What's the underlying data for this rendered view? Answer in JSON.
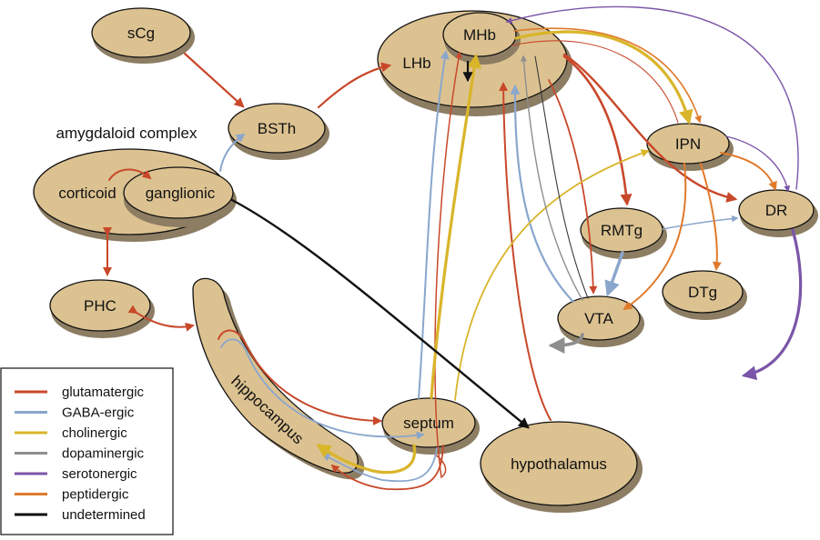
{
  "diagram": {
    "regions": {
      "sCg": "sCg",
      "BSTh": "BSTh",
      "amygdaloid_complex": "amygdaloid complex",
      "corticoid": "corticoid",
      "ganglionic": "ganglionic",
      "PHC": "PHC",
      "hippocampus": "hippocampus",
      "septum": "septum",
      "hypothalamus": "hypothalamus",
      "LHb": "LHb",
      "MHb": "MHb",
      "IPN": "IPN",
      "DR": "DR",
      "RMTg": "RMTg",
      "DTg": "DTg",
      "VTA": "VTA"
    },
    "colors": {
      "glutamatergic": "#c8482a",
      "gaba": "#8aa6cc",
      "cholinergic": "#d9b52a",
      "dopaminergic": "#8e8e8e",
      "serotonergic": "#7b55a8",
      "peptidergic": "#e07a2a",
      "undetermined": "#111111",
      "node_fill": "#dcc291",
      "node_shadow": "#8c7d63"
    }
  },
  "legend": {
    "items": [
      {
        "key": "glutamatergic",
        "label": "glutamatergic",
        "color": "#c8482a"
      },
      {
        "key": "gaba",
        "label": "GABA-ergic",
        "color": "#8aa6cc"
      },
      {
        "key": "cholinergic",
        "label": "cholinergic",
        "color": "#d9b52a"
      },
      {
        "key": "dopaminergic",
        "label": "dopaminergic",
        "color": "#8e8e8e"
      },
      {
        "key": "serotonergic",
        "label": "serotonergic",
        "color": "#7b55a8"
      },
      {
        "key": "peptidergic",
        "label": "peptidergic",
        "color": "#e07a2a"
      },
      {
        "key": "undetermined",
        "label": "undetermined",
        "color": "#111111"
      }
    ]
  }
}
